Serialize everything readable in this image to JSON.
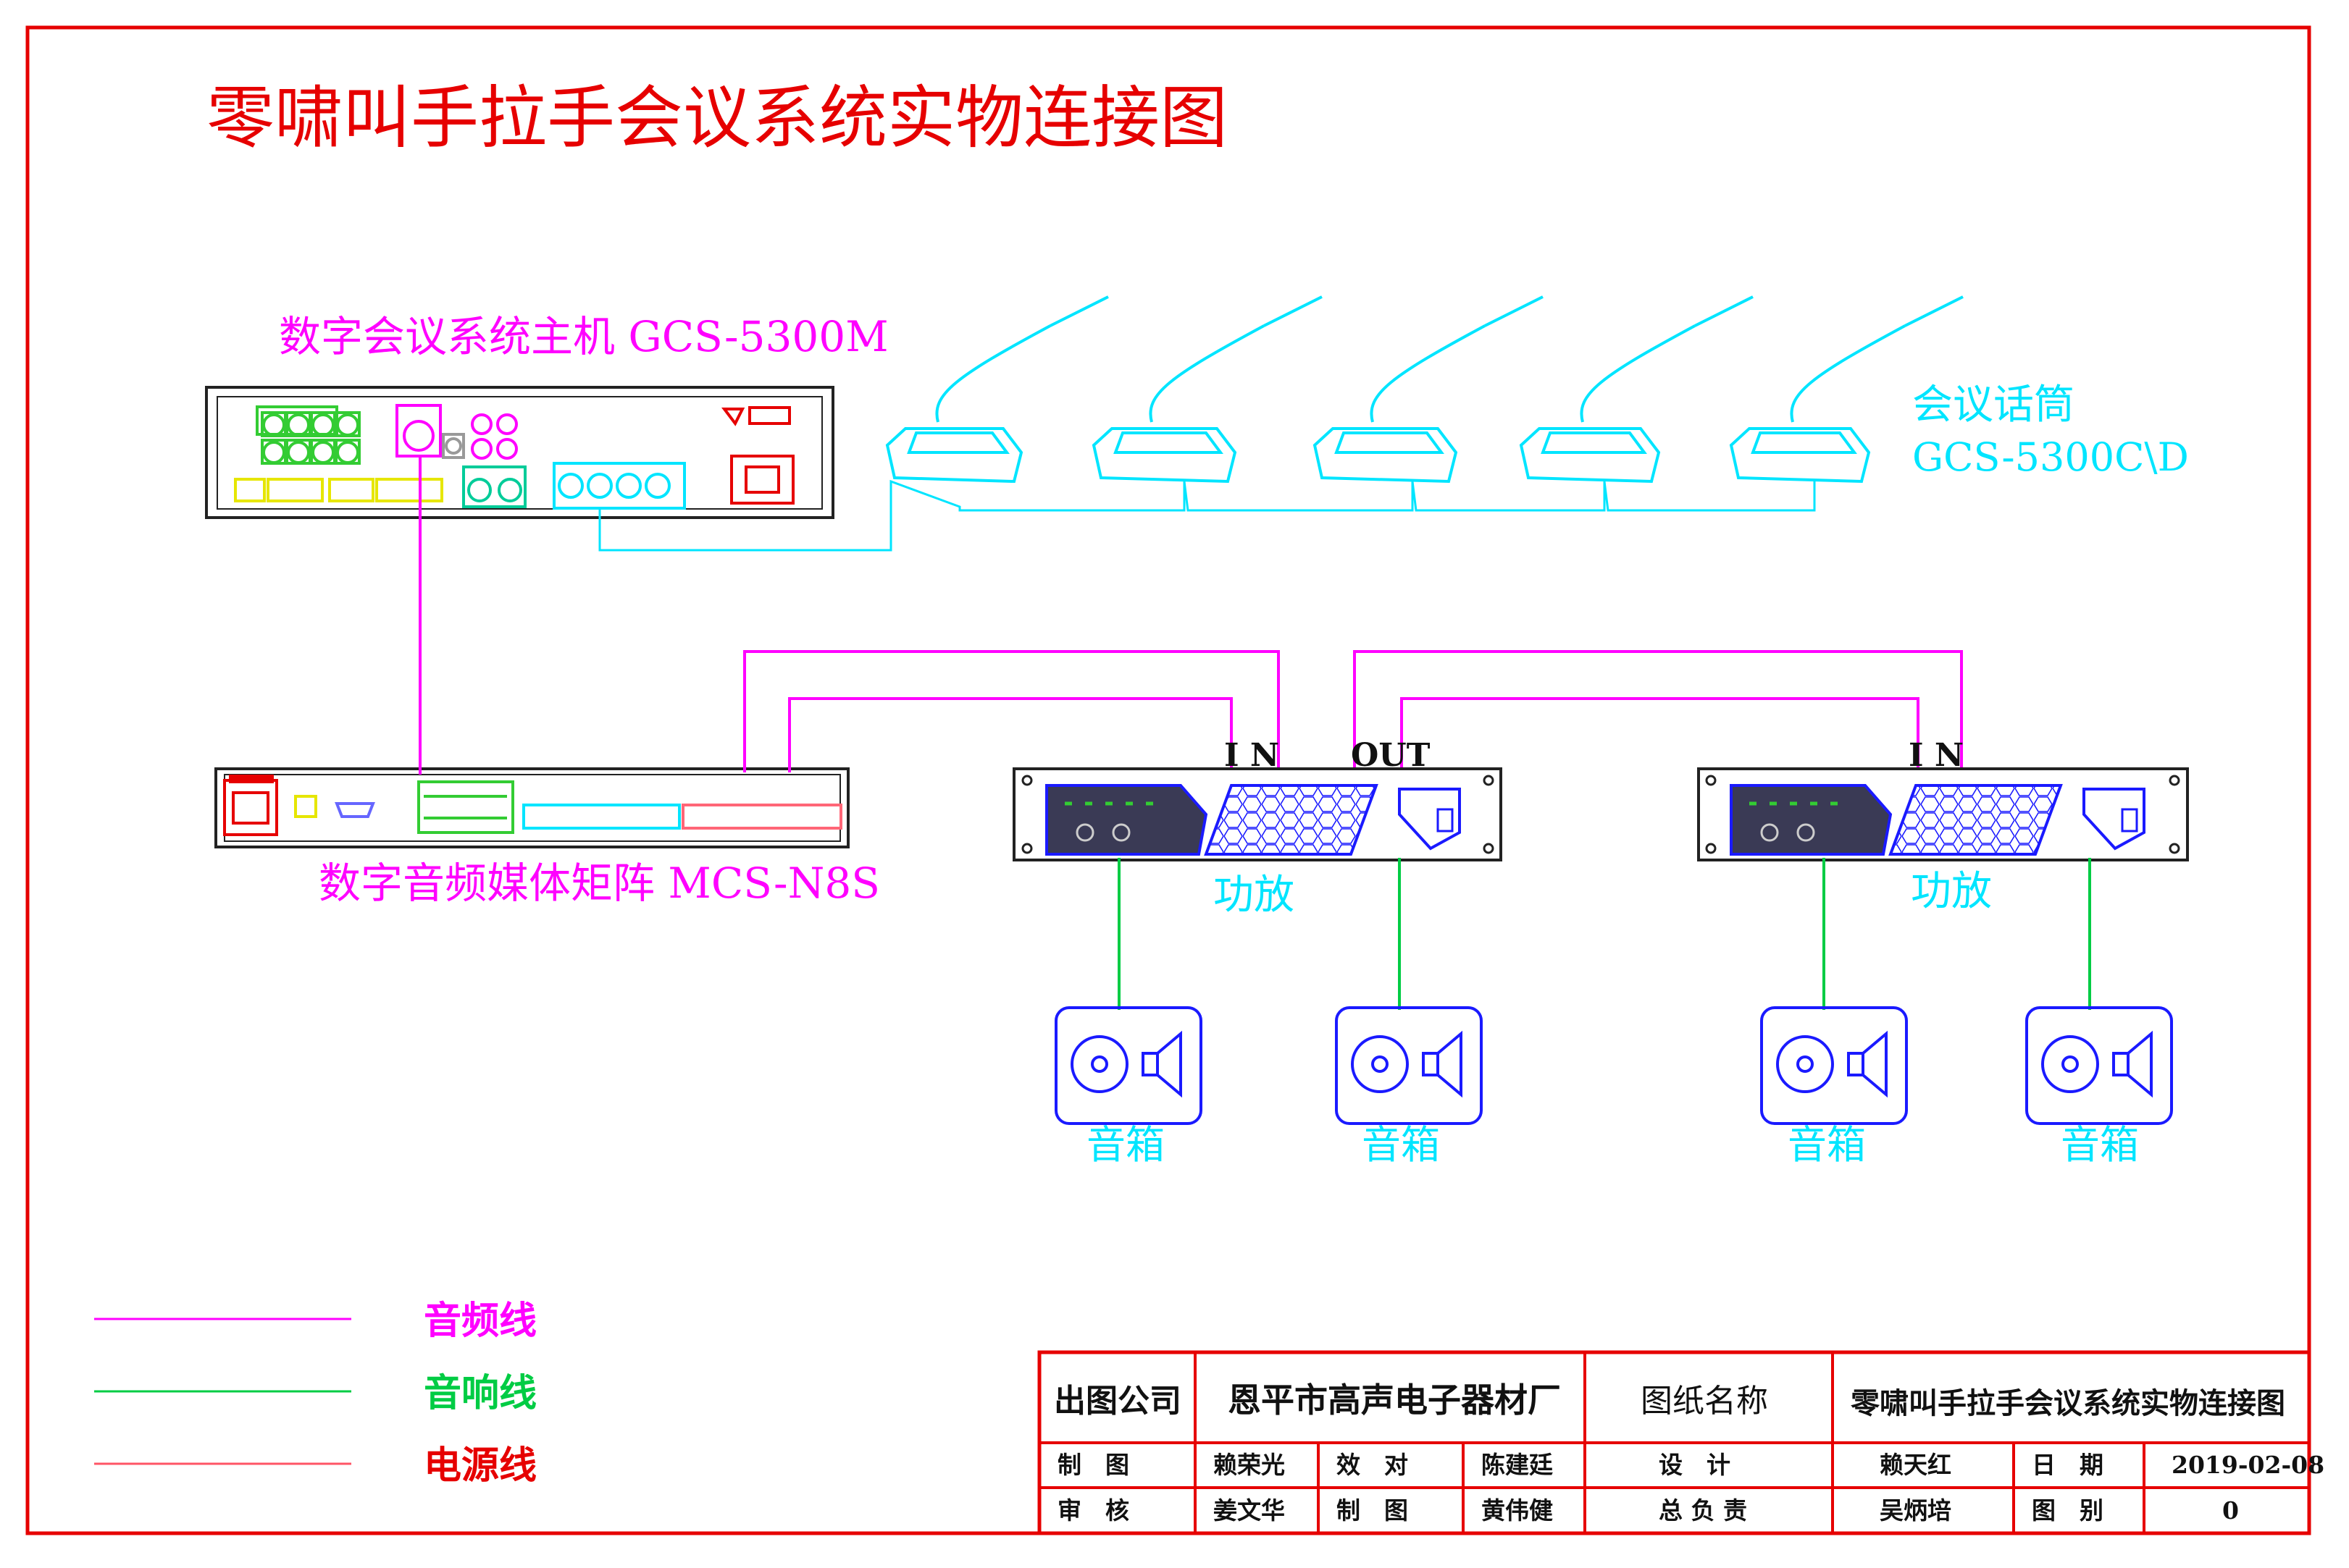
{
  "title": "零啸叫手拉手会议系统实物连接图",
  "devices": {
    "host": {
      "label": "数字会议系统主机 GCS-5300M"
    },
    "matrix": {
      "label": "数字音频媒体矩阵 MCS-N8S"
    },
    "mics": {
      "label_line1": "会议话筒",
      "label_line2": "GCS-5300C\\D"
    },
    "amp1": {
      "label": "功放",
      "in_label": "I N",
      "out_label": "OUT"
    },
    "amp2": {
      "label": "功放",
      "in_label": "I N"
    },
    "speakers": [
      "音箱",
      "音箱",
      "音箱",
      "音箱"
    ]
  },
  "legend": [
    {
      "label": "音频线",
      "color": "#ff00ff"
    },
    {
      "label": "音响线",
      "color": "#00cc44"
    },
    {
      "label": "电源线",
      "color": "#ff5566"
    }
  ],
  "colors": {
    "border": "#e60000",
    "title": "#e60000",
    "host": "#ff00ff",
    "mic": "#00e5ff",
    "amp": "#1a1aff",
    "speaker": "#1a1aff",
    "audio_line": "#ff00ff",
    "speaker_line": "#00cc44",
    "mic_line": "#00e5ff"
  },
  "titleblock": {
    "company_label": "出图公司",
    "company": "恩平市高声电子器材厂",
    "drawing_name_label": "图纸名称",
    "drawing_name": "零啸叫手拉手会议系统实物连接图",
    "row1": [
      "制　图",
      "赖荣光",
      "效　对",
      "陈建廷",
      "设　计",
      "赖天红",
      "日　期",
      "2019-02-08"
    ],
    "row2": [
      "审　核",
      "姜文华",
      "制　图",
      "黄伟健",
      "总 负 责",
      "吴炳培",
      "图　别",
      "0"
    ]
  }
}
